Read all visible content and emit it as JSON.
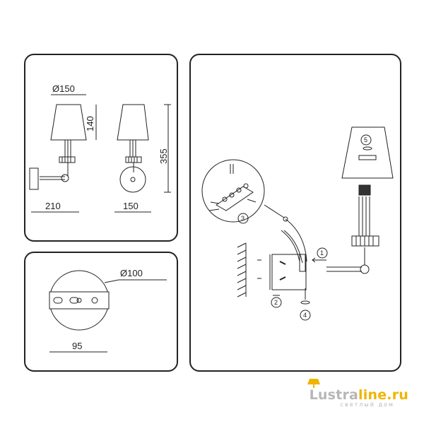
{
  "dimensions": {
    "shade_diameter": "Ø150",
    "shade_height": "140",
    "total_height": "355",
    "projection": "210",
    "width": "150",
    "plate_diameter": "Ø100",
    "hole_spacing": "95"
  },
  "steps": {
    "s1": "1",
    "s2": "2",
    "s3": "3",
    "s4": "4",
    "s5": "5"
  },
  "watermark": {
    "brand_main": "Lustra",
    "brand_accent": "line.ru",
    "tagline": "светлый дом"
  },
  "colors": {
    "line": "#222222",
    "accent": "#f0b400",
    "watermark_gray": "#b7b7b7"
  }
}
